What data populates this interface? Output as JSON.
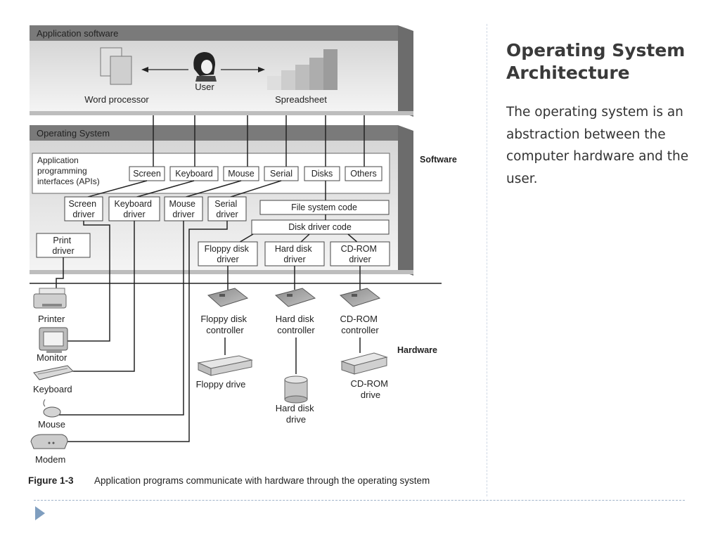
{
  "slide": {
    "title": "Operating System Architecture",
    "body": "The operating system is an abstraction between the computer hardware and the user."
  },
  "diagram": {
    "layers": {
      "application": "Application software",
      "os": "Operating System",
      "software": "Software",
      "hardware": "Hardware"
    },
    "apps": {
      "word": "Word processor",
      "user": "User",
      "spreadsheet": "Spreadsheet"
    },
    "api_label": [
      "Application",
      "programming",
      "interfaces (APIs)"
    ],
    "apis": [
      "Screen",
      "Keyboard",
      "Mouse",
      "Serial",
      "Disks",
      "Others"
    ],
    "drivers": {
      "screen": [
        "Screen",
        "driver"
      ],
      "keyboard": [
        "Keyboard",
        "driver"
      ],
      "mouse": [
        "Mouse",
        "driver"
      ],
      "serial": [
        "Serial",
        "driver"
      ],
      "print": [
        "Print",
        "driver"
      ],
      "filesystem": "File system code",
      "diskdriver": "Disk driver code",
      "floppy": [
        "Floppy disk",
        "driver"
      ],
      "harddisk": [
        "Hard disk",
        "driver"
      ],
      "cdrom": [
        "CD-ROM",
        "driver"
      ]
    },
    "controllers": {
      "floppy": [
        "Floppy disk",
        "controller"
      ],
      "harddisk": [
        "Hard disk",
        "controller"
      ],
      "cdrom": [
        "CD-ROM",
        "controller"
      ]
    },
    "devices": {
      "printer": "Printer",
      "monitor": "Monitor",
      "keyboard": "Keyboard",
      "mouse": "Mouse",
      "modem": "Modem",
      "floppy_drive": "Floppy drive",
      "harddisk_drive": [
        "Hard disk",
        "drive"
      ],
      "cdrom_drive": [
        "CD-ROM",
        "drive"
      ]
    },
    "caption": {
      "label": "Figure 1-3",
      "text": "Application programs communicate with hardware through the operating system"
    }
  }
}
